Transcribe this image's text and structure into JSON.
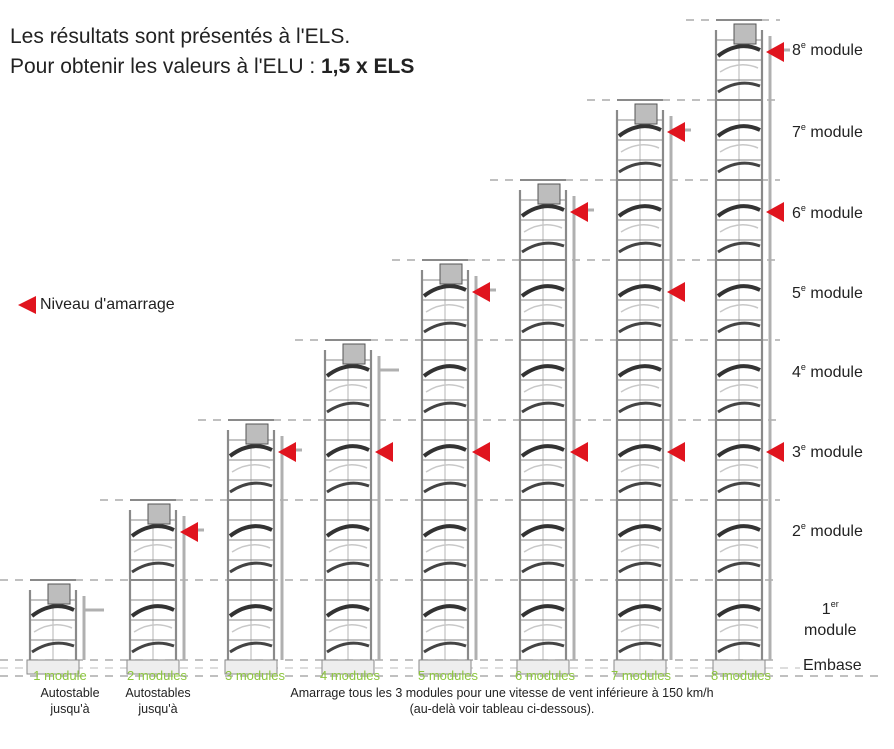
{
  "header": {
    "line1": "Les résultats sont présentés à l'ELS.",
    "line2_prefix": "Pour obtenir les valeurs à l'ELU : ",
    "line2_bold": "1,5 x ELS"
  },
  "legend": {
    "label": "Niveau d'amarrage"
  },
  "module_labels": [
    {
      "num": "8",
      "sup": "e",
      "text": " module"
    },
    {
      "num": "7",
      "sup": "e",
      "text": " module"
    },
    {
      "num": "6",
      "sup": "e",
      "text": " module"
    },
    {
      "num": "5",
      "sup": "e",
      "text": " module"
    },
    {
      "num": "4",
      "sup": "e",
      "text": " module"
    },
    {
      "num": "3",
      "sup": "e",
      "text": " module"
    },
    {
      "num": "2",
      "sup": "e",
      "text": " module"
    },
    {
      "num": "1",
      "sup": "er",
      "text": "module"
    }
  ],
  "embase_label": "Embase",
  "towers": [
    {
      "modules": 1,
      "label": "1 module",
      "anchors": []
    },
    {
      "modules": 2,
      "label": "2 modules",
      "anchors": [
        2
      ]
    },
    {
      "modules": 3,
      "label": "3 modules",
      "anchors": [
        3
      ]
    },
    {
      "modules": 4,
      "label": "4 modules",
      "anchors": [
        3
      ]
    },
    {
      "modules": 5,
      "label": "5 modules",
      "anchors": [
        3,
        5
      ]
    },
    {
      "modules": 6,
      "label": "6 modules",
      "anchors": [
        3,
        6
      ]
    },
    {
      "modules": 7,
      "label": "7 modules",
      "anchors": [
        3,
        5,
        7
      ]
    },
    {
      "modules": 8,
      "label": "8 modules",
      "anchors": [
        3,
        6,
        8
      ]
    }
  ],
  "notes": {
    "autostable": "Autostable",
    "autostables": "Autostables",
    "jusqua_1": "jusqu'à",
    "jusqua_2": "jusqu'à",
    "amarrage_line1": "Amarrage tous les 3 modules pour une vitesse de vent inférieure à 150 km/h",
    "amarrage_line2": "(au-delà voir tableau ci-dessous)."
  },
  "colors": {
    "anchor": "#e0141e",
    "module_count": "#8dc63f",
    "tower": "#8a8a8a"
  }
}
